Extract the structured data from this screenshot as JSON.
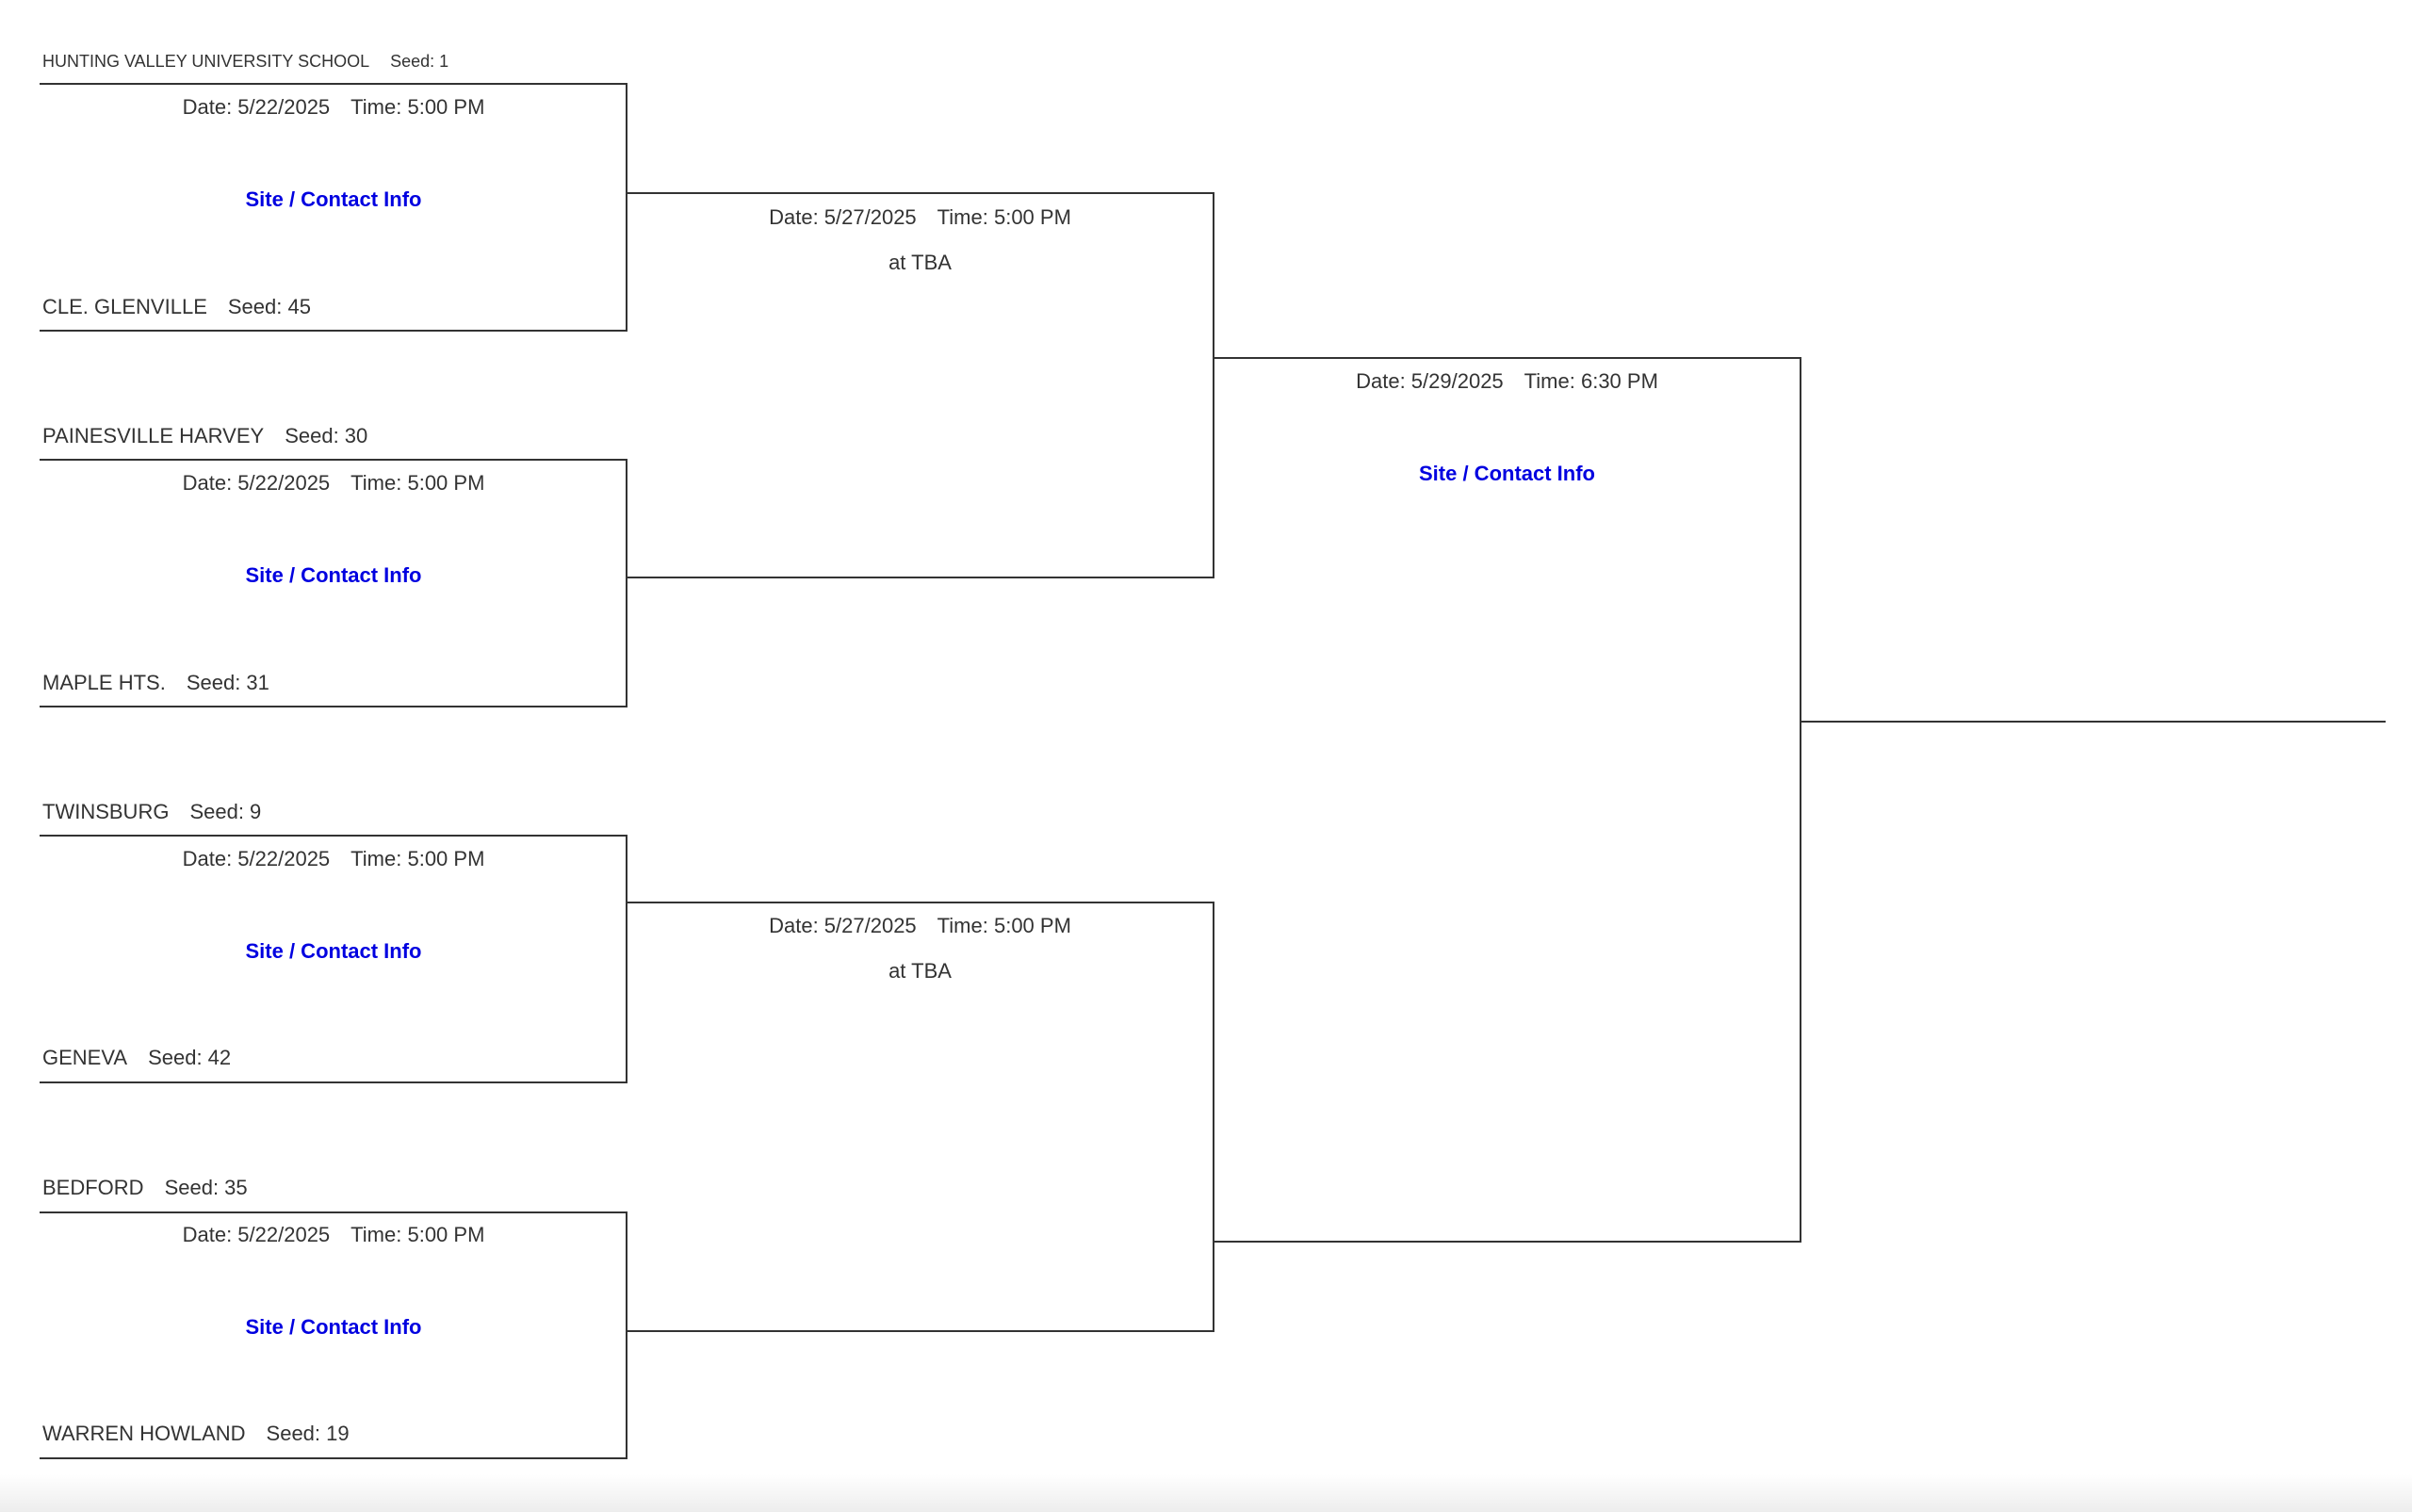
{
  "round1": [
    {
      "top_team": {
        "name": "HUNTING VALLEY UNIVERSITY SCHOOL",
        "seed": "Seed: 1"
      },
      "bottom_team": {
        "name": "CLE. GLENVILLE",
        "seed": "Seed: 45"
      },
      "date": "Date: 5/22/2025",
      "time": "Time: 5:00 PM",
      "site_link": "Site / Contact Info"
    },
    {
      "top_team": {
        "name": "PAINESVILLE HARVEY",
        "seed": "Seed: 30"
      },
      "bottom_team": {
        "name": "MAPLE HTS.",
        "seed": "Seed: 31"
      },
      "date": "Date: 5/22/2025",
      "time": "Time: 5:00 PM",
      "site_link": "Site / Contact Info"
    },
    {
      "top_team": {
        "name": "TWINSBURG",
        "seed": "Seed: 9"
      },
      "bottom_team": {
        "name": "GENEVA",
        "seed": "Seed: 42"
      },
      "date": "Date: 5/22/2025",
      "time": "Time: 5:00 PM",
      "site_link": "Site / Contact Info"
    },
    {
      "top_team": {
        "name": "BEDFORD",
        "seed": "Seed: 35"
      },
      "bottom_team": {
        "name": "WARREN HOWLAND",
        "seed": "Seed: 19"
      },
      "date": "Date: 5/22/2025",
      "time": "Time: 5:00 PM",
      "site_link": "Site / Contact Info"
    }
  ],
  "round2": [
    {
      "date": "Date: 5/27/2025",
      "time": "Time: 5:00 PM",
      "venue": "at TBA"
    },
    {
      "date": "Date: 5/27/2025",
      "time": "Time: 5:00 PM",
      "venue": "at TBA"
    }
  ],
  "round3": [
    {
      "date": "Date: 5/29/2025",
      "time": "Time: 6:30 PM",
      "site_link": "Site / Contact Info"
    }
  ]
}
